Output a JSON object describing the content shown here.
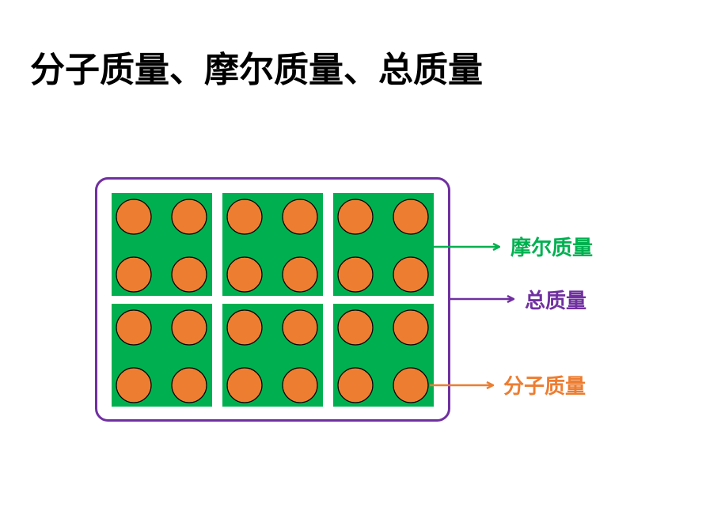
{
  "title": "分子质量、摩尔质量、总质量",
  "labels": {
    "molar_mass": "摩尔质量",
    "total_mass": "总质量",
    "molecular_mass": "分子质量"
  },
  "colors": {
    "container": "#7030A0",
    "group": "#00B050",
    "molecule": "#ED7D31",
    "molar_arrow": "#00B050",
    "total_arrow": "#7030A0",
    "molecular_arrow": "#ED7D31"
  },
  "groups": 6,
  "molecules_per_group": 4
}
